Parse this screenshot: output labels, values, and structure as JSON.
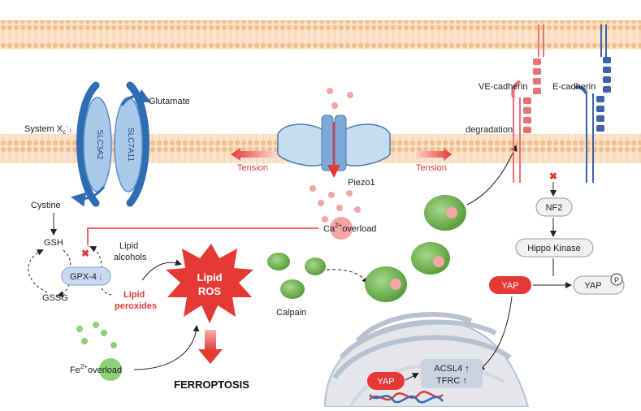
{
  "labels": {
    "system_xc": "System X",
    "system_xc_sub": "c",
    "system_xc_sup": "-",
    "down_arrow": "↓",
    "slc3a2": "SLC3A2",
    "slc7a11": "SLC7A11",
    "glutamate": "Glutamate",
    "cystine": "Cystine",
    "gsh": "GSH",
    "gssg": "GSSG",
    "gpx4": "GPX-4",
    "lipid_alcohols_1": "Lipid",
    "lipid_alcohols_2": "alcohols",
    "lipid_peroxides_1": "Lipid",
    "lipid_peroxides_2": "peroxides",
    "lipid_ros_1": "Lipid",
    "lipid_ros_2": "ROS",
    "fe_overload": "Fe",
    "fe_sup": "2+",
    "overload": "overload",
    "ferroptosis": "FERROPTOSIS",
    "piezo1": "Piezo1",
    "tension_left": "Tension",
    "tension_right": "Tension",
    "ca_overload": "Ca",
    "ca_sup": "2+",
    "calpain": "Calpain",
    "degradation": "degradation",
    "ve_cadherin": "VE-cadherin",
    "e_cadherin": "E-cadherin",
    "nf2": "NF2",
    "hippo_kinase": "Hippo Kinase",
    "yap": "YAP",
    "yap_p": "YAP",
    "p_mark": "P",
    "yap_nucleus": "YAP",
    "acsl4": "ACSL4 ↑",
    "tfrc": "TFRC ↑",
    "inhibit_mark": "✖"
  },
  "colors": {
    "membrane": "#f4cfa8",
    "membrane_line": "#e6a97a",
    "red": "#e53935",
    "blue": "#2f6db3",
    "light_blue": "#b9d4ef",
    "green": "#7dbb5c",
    "pink": "#f4a5a5",
    "ve_red": "#e57373",
    "e_blue": "#3f63a8"
  }
}
